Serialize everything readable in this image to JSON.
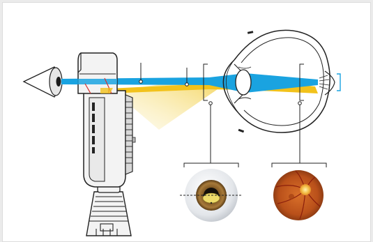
{
  "diagram": {
    "subject": "direct-ophthalmoscope-optics",
    "parts": [
      "observer-eye",
      "ophthalmoscope",
      "viewing-beam",
      "illumination-beam",
      "light-cone",
      "patient-eye",
      "anterior-segment-bracket",
      "fundus-bracket",
      "anterior-segment-view",
      "fundus-view"
    ]
  },
  "colors": {
    "viewing_beam": "#1aa3e0",
    "illumination_beam": "#f2c21b",
    "light_cone": "#f8e9a6",
    "fundus": "#c0531c",
    "optic_disc": "#f0b43a",
    "outline": "#222222",
    "instrument_body": "#f3f3f3",
    "iris": "#6b4a1e",
    "sclera": "#dfe2e6"
  }
}
